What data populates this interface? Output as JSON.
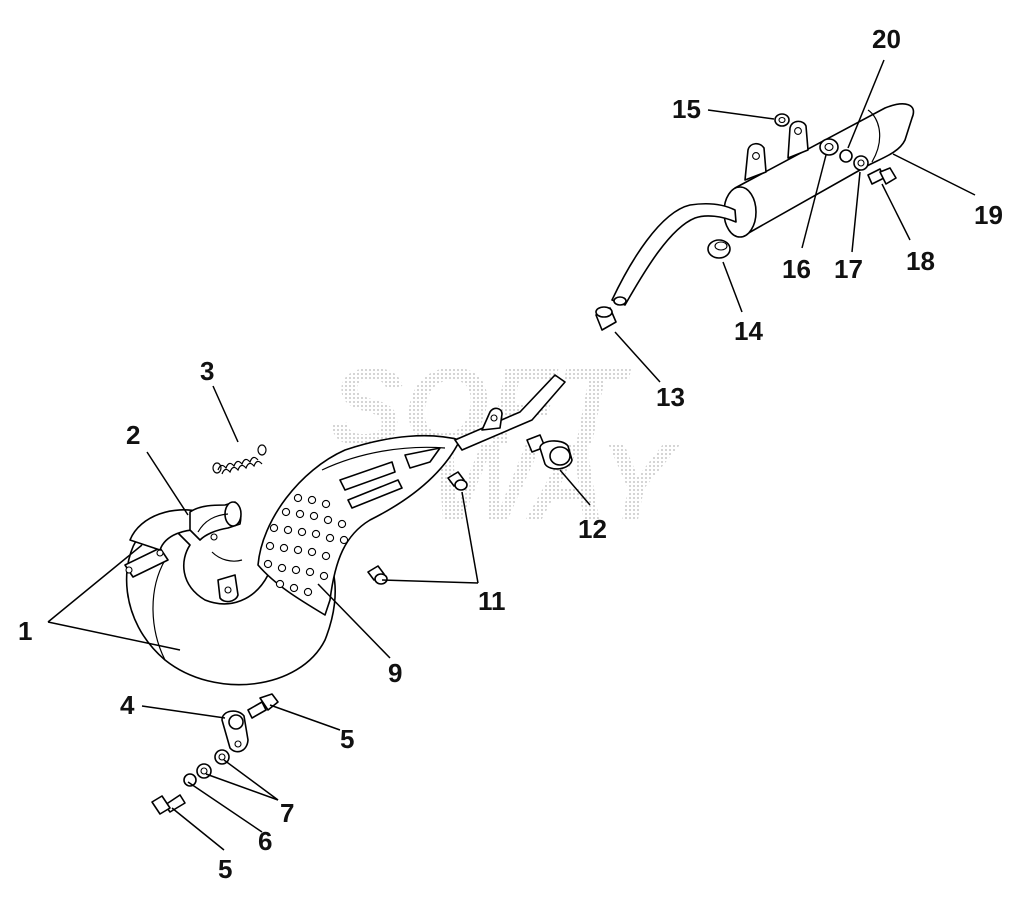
{
  "watermark": {
    "line1": "SOFT",
    "line2": "WAY"
  },
  "colors": {
    "ink": "#000000",
    "paper": "#ffffff",
    "watermark": "#bdbdbd"
  },
  "callouts": {
    "c1": "1",
    "c2": "2",
    "c3": "3",
    "c4": "4",
    "c5a": "5",
    "c5b": "5",
    "c6": "6",
    "c7": "7",
    "c9": "9",
    "c11": "11",
    "c12": "12",
    "c13": "13",
    "c14": "14",
    "c15": "15",
    "c16": "16",
    "c17": "17",
    "c18": "18",
    "c19": "19",
    "c20": "20"
  }
}
